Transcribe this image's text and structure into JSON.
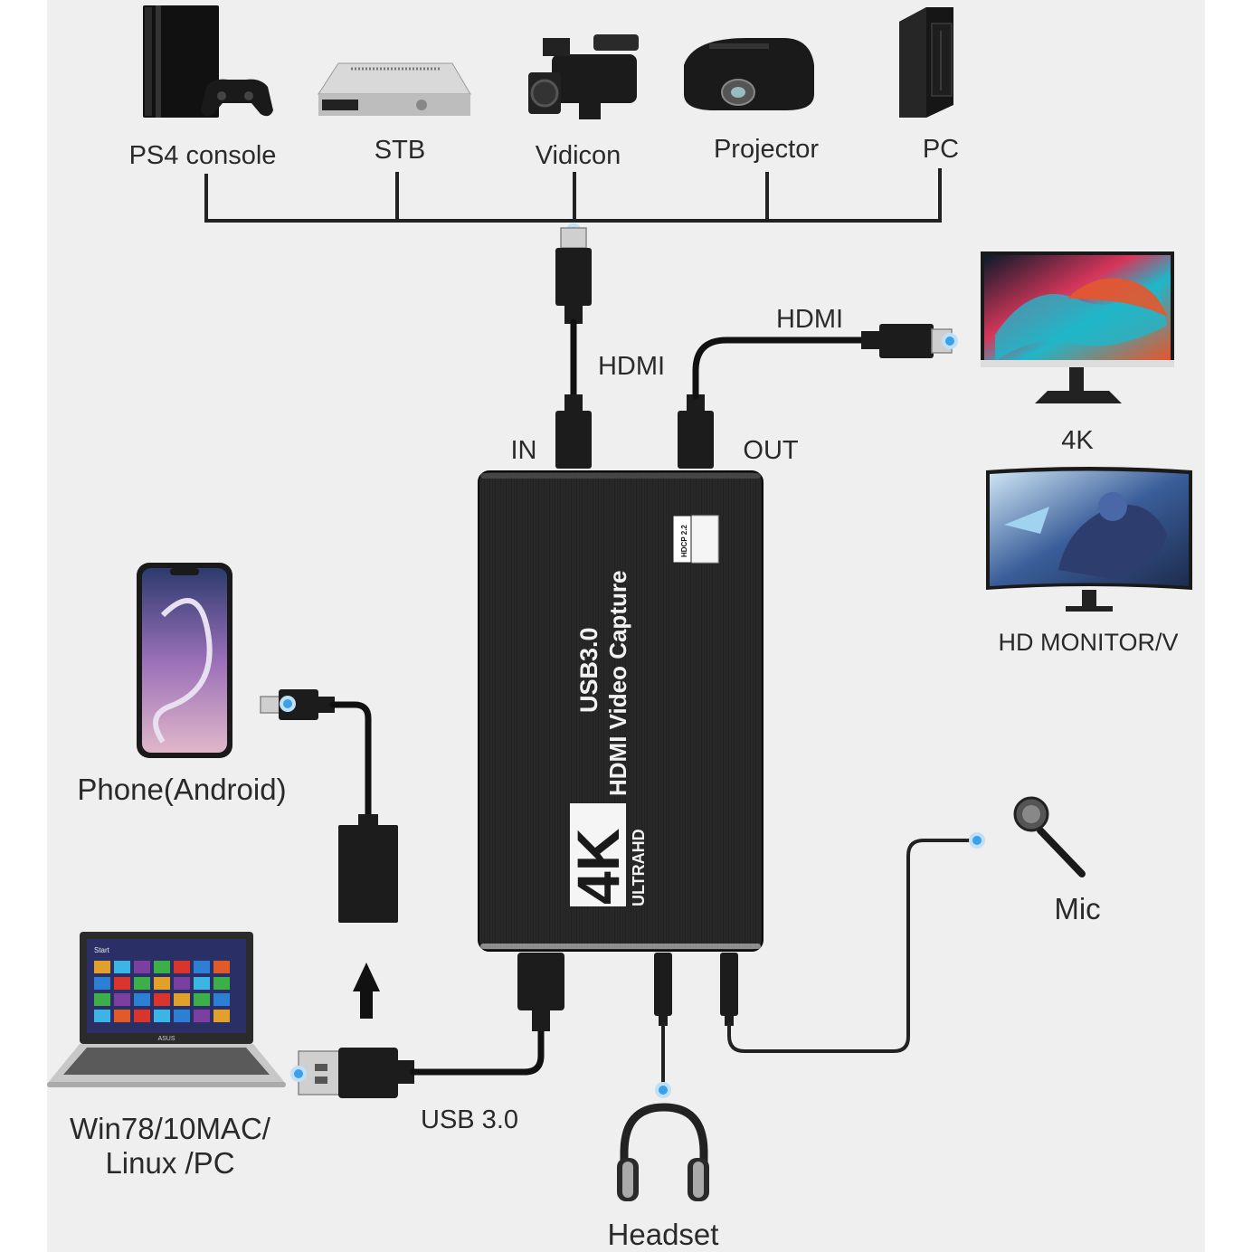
{
  "sources": {
    "ps4": "PS4 console",
    "stb": "STB",
    "vidicon": "Vidicon",
    "projector": "Projector",
    "pc": "PC"
  },
  "cables": {
    "hdmi_in": "HDMI",
    "hdmi_out": "HDMI",
    "usb": "USB 3.0"
  },
  "ports": {
    "in": "IN",
    "out": "OUT"
  },
  "device": {
    "line1": "USB3.0",
    "line2": "HDMI Video Capture",
    "badge": "4K",
    "badge_sub": "ULTRAHD",
    "hdcp": "HDCP 2.2"
  },
  "outputs": {
    "monitor_4k": "4K",
    "monitor_hd": "HD MONITOR/V"
  },
  "peripherals": {
    "phone": "Phone(Android)",
    "computer_line1": "Win78/10MAC/",
    "computer_line2": "Linux /PC",
    "mic": "Mic",
    "headset": "Headset",
    "laptop_brand": "ASUS",
    "laptop_start": "Start"
  },
  "colors": {
    "background": "#efefef",
    "device_body": "#1f1f1f",
    "cable": "#111111",
    "connection_dot": "#3aa0e8"
  }
}
